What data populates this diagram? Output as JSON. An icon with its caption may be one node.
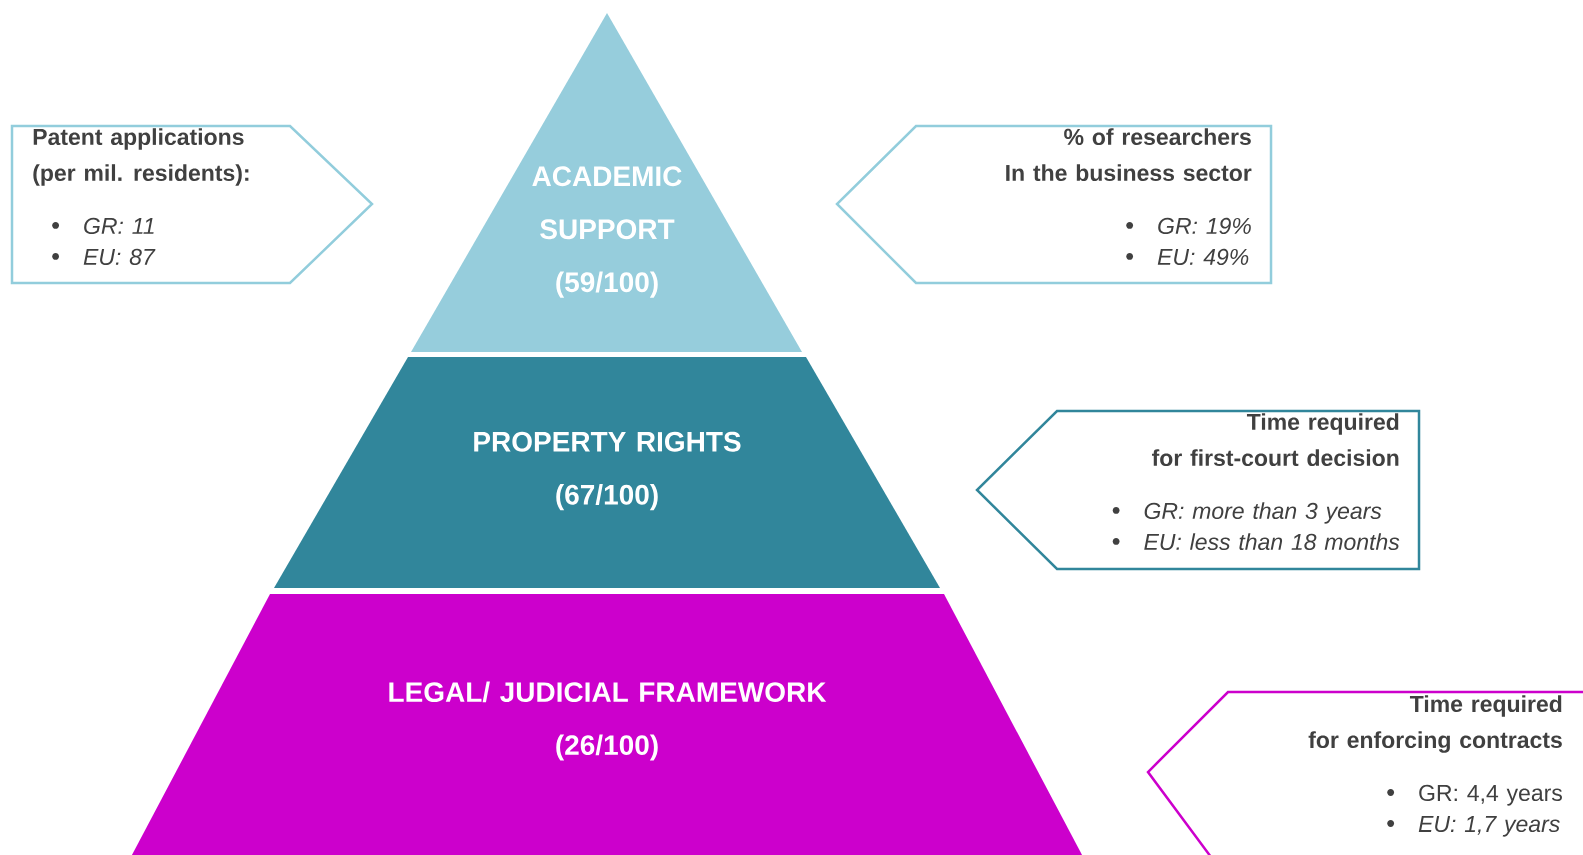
{
  "diagram": {
    "nodes": [
      {
        "text": [
          "Patent applications",
          "(per mil. residents):",
          "GR: 11",
          "EU: 87"
        ]
      },
      {
        "text": [
          "ACADEMIC SUPPORT",
          "(59/100)"
        ]
      },
      {
        "text": [
          "% of researchers",
          "In the business sector",
          "GR: 19%",
          "EU: 49%"
        ]
      },
      {
        "text": [
          "PROPERTY RIGHTS",
          "(67/100)"
        ]
      },
      {
        "text": [
          "Time required",
          "for first-court decision",
          "GR: more than 3 years",
          "EU: less than 18 months"
        ]
      },
      {
        "text": [
          "LEGAL/ JUDICIAL FRAMEWORK",
          "(26/100)"
        ]
      },
      {
        "text": [
          "Time required",
          "for enforcing contracts",
          "GR: 4,4 years",
          "EU: 1,7 years"
        ]
      }
    ]
  }
}
